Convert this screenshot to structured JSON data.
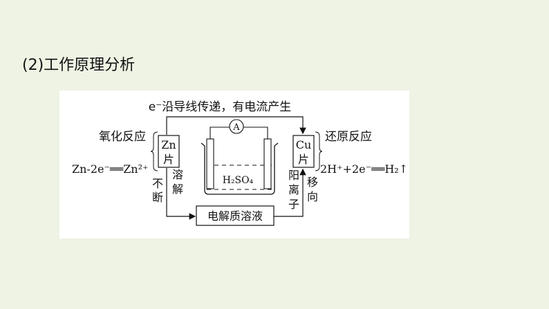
{
  "heading": "(2)工作原理分析",
  "diagram": {
    "top_label": "e⁻沿导线传递，有电流产生",
    "ammeter": "A",
    "left_reaction_type": "氧化反应",
    "right_reaction_type": "还原反应",
    "zn_electrode": [
      "Zn",
      "片"
    ],
    "cu_electrode": [
      "Cu",
      "片"
    ],
    "left_equation": "Zn-2e⁻══Zn²⁺",
    "right_equation": "2H⁺+2e⁻══H₂↑",
    "electrolyte": "H₂SO₄",
    "zn_dissolves": [
      "溶",
      "解"
    ],
    "continuous": [
      "不",
      "断"
    ],
    "cation": [
      "阳",
      "离",
      "子"
    ],
    "migrate": [
      "移",
      "向"
    ],
    "solution_box": "电解质溶液"
  },
  "colors": {
    "background": "#eef3e4",
    "panel": "#ffffff",
    "ink": "#111111"
  }
}
